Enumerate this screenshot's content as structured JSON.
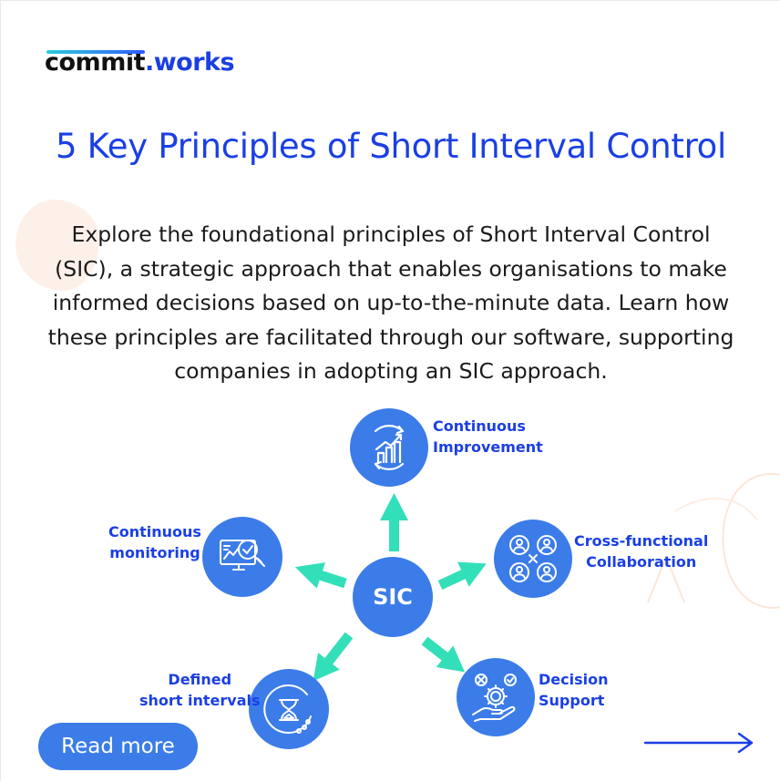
{
  "brand": {
    "name_part1": "commit",
    "name_part2": ".works"
  },
  "title": "5 Key Principles of Short Interval Control",
  "intro": {
    "lines": [
      "Explore the foundational principles of Short Interval Control",
      "(SIC), a strategic approach that enables organisations to make",
      "informed decisions based on up-to-the-minute data. Learn how",
      "these principles are facilitated through our software, supporting",
      "companies in adopting an SIC approach."
    ]
  },
  "diagram": {
    "center_label": "SIC",
    "principles": [
      {
        "id": "improvement",
        "lines": [
          "Continuous",
          "Improvement"
        ],
        "icon": "growth-chart-icon"
      },
      {
        "id": "collaboration",
        "lines": [
          "Cross-functional",
          "Collaboration"
        ],
        "icon": "team-collaboration-icon"
      },
      {
        "id": "decision",
        "lines": [
          "Decision",
          "Support"
        ],
        "icon": "hand-gear-icon"
      },
      {
        "id": "intervals",
        "lines": [
          "Defined",
          "short intervals"
        ],
        "icon": "hourglass-icon"
      },
      {
        "id": "monitoring",
        "lines": [
          "Continuous",
          "monitoring"
        ],
        "icon": "monitor-magnifier-icon"
      }
    ]
  },
  "cta": {
    "read_more": "Read more",
    "next_icon": "arrow-right-icon"
  },
  "colors": {
    "brand_blue": "#1a3fe5",
    "node_blue": "#3b7ce8",
    "arrow_teal": "#33dfb8",
    "logo_teal": "#2ccbd8"
  }
}
